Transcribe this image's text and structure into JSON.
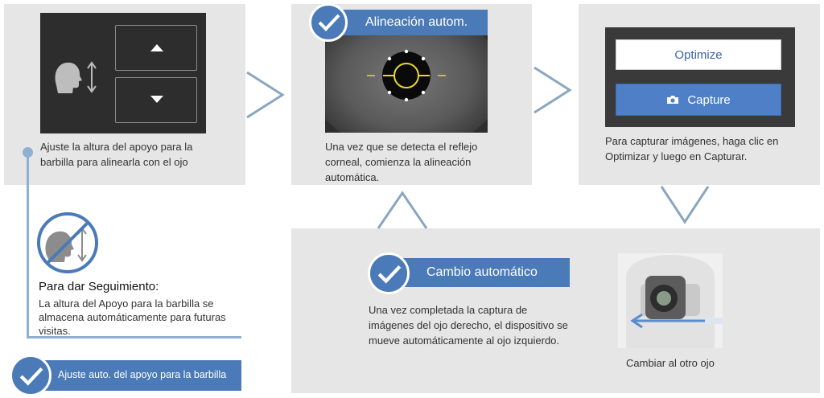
{
  "steps": {
    "step1": {
      "caption": "Ajuste la altura del apoyo para la barbilla para alinearla con el ojo"
    },
    "step2": {
      "title": "Alineación autom.",
      "caption": "Una vez que se detecta el reflejo corneal, comienza la alineación automática."
    },
    "step3": {
      "optimize_label": "Optimize",
      "capture_label": "Capture",
      "caption": "Para capturar imágenes, haga clic en Optimizar y luego en Capturar."
    },
    "step4": {
      "title": "Cambio automático",
      "caption": "Una vez completada la captura de imágenes del ojo derecho, el dispositivo se mueve automáticamente al ojo izquierdo.",
      "photo_caption": "Cambiar al otro ojo"
    }
  },
  "follow_up": {
    "title": "Para dar Seguimiento:",
    "text": "La altura del Apoyo para la barbilla se almacena automáticamente para futuras visitas."
  },
  "badge": {
    "label": "Ajuste auto. del apoyo para la barbilla"
  },
  "colors": {
    "accent": "#4a7ab8",
    "panel": "#e6e6e6",
    "arrow": "#8aa6bf",
    "connector": "#8fb0d2"
  }
}
